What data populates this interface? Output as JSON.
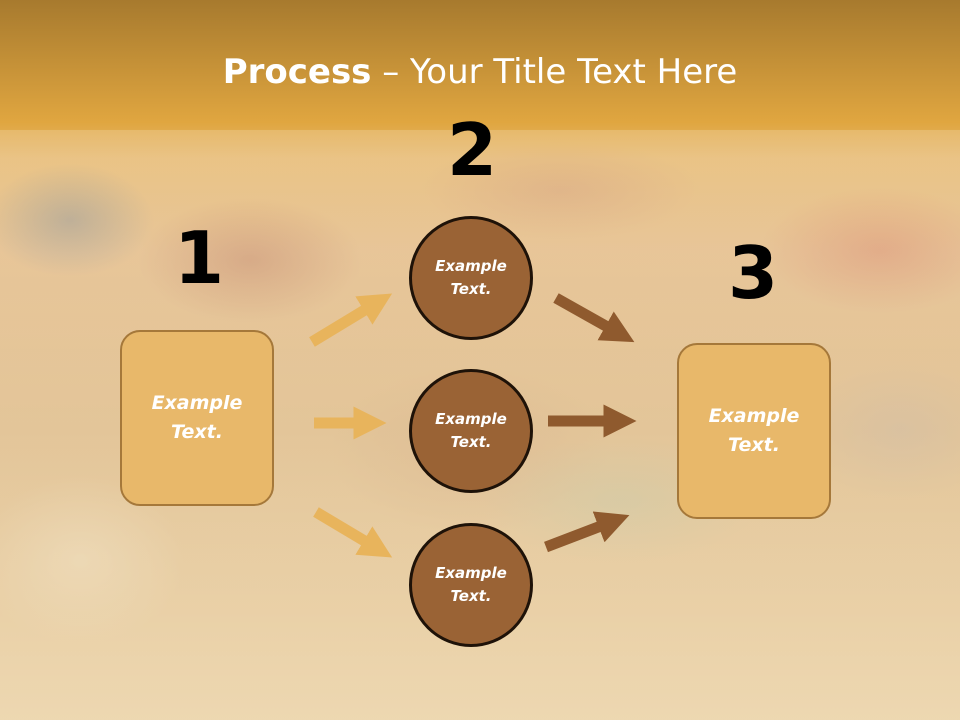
{
  "slide": {
    "title_bold": "Process",
    "title_rest": " – Your Title Text Here"
  },
  "steps": [
    {
      "number": "1",
      "text": "Example\nText."
    },
    {
      "number": "2",
      "circles": [
        "Example\nText.",
        "Example\nText.",
        "Example\nText."
      ]
    },
    {
      "number": "3",
      "text": "Example\nText."
    }
  ],
  "colors": {
    "title_bar": "#e0a640",
    "box_fill": "#e8b86a",
    "circle_fill": "#9a6335",
    "arrow_light": "#e8b45c",
    "arrow_dark": "#8f5a2e"
  }
}
